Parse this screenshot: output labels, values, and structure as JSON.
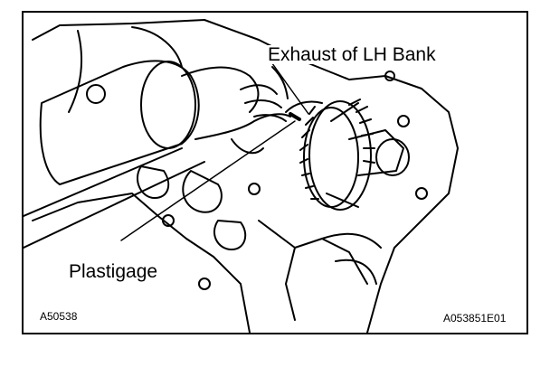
{
  "labels": {
    "exhaust": "Exhaust of LH Bank",
    "plastigage": "Plastigage"
  },
  "codes": {
    "left": "A50538",
    "right": "A053851E01"
  },
  "colors": {
    "ink": "#000000",
    "paper": "#ffffff"
  }
}
